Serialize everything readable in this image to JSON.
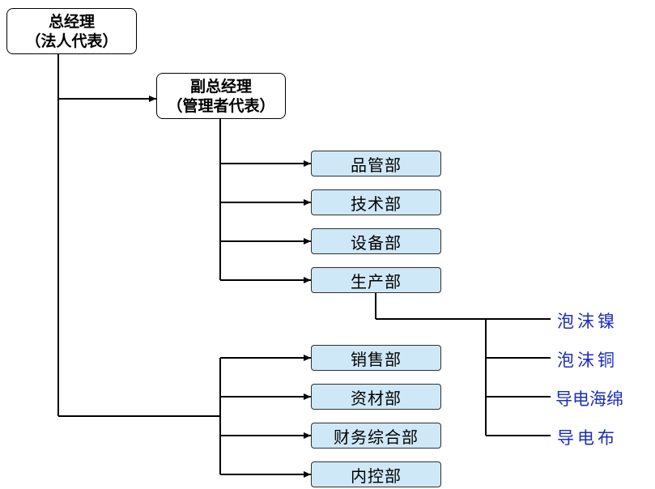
{
  "ceo": {
    "title": "总经理",
    "subtitle": "（法人代表）"
  },
  "deputy": {
    "title": "副总经理",
    "subtitle": "（管理者代表）"
  },
  "deputy_departments": [
    "品管部",
    "技术部",
    "设备部",
    "生产部"
  ],
  "ceo_departments": [
    "销售部",
    "资材部",
    "财务综合部",
    "内控部"
  ],
  "products": [
    "泡沫镍",
    "泡沫铜",
    "导电海绵",
    "导电布"
  ],
  "colors": {
    "department_fill": "#cfe8f8",
    "product_text": "#1d2db8",
    "line": "#000000"
  }
}
